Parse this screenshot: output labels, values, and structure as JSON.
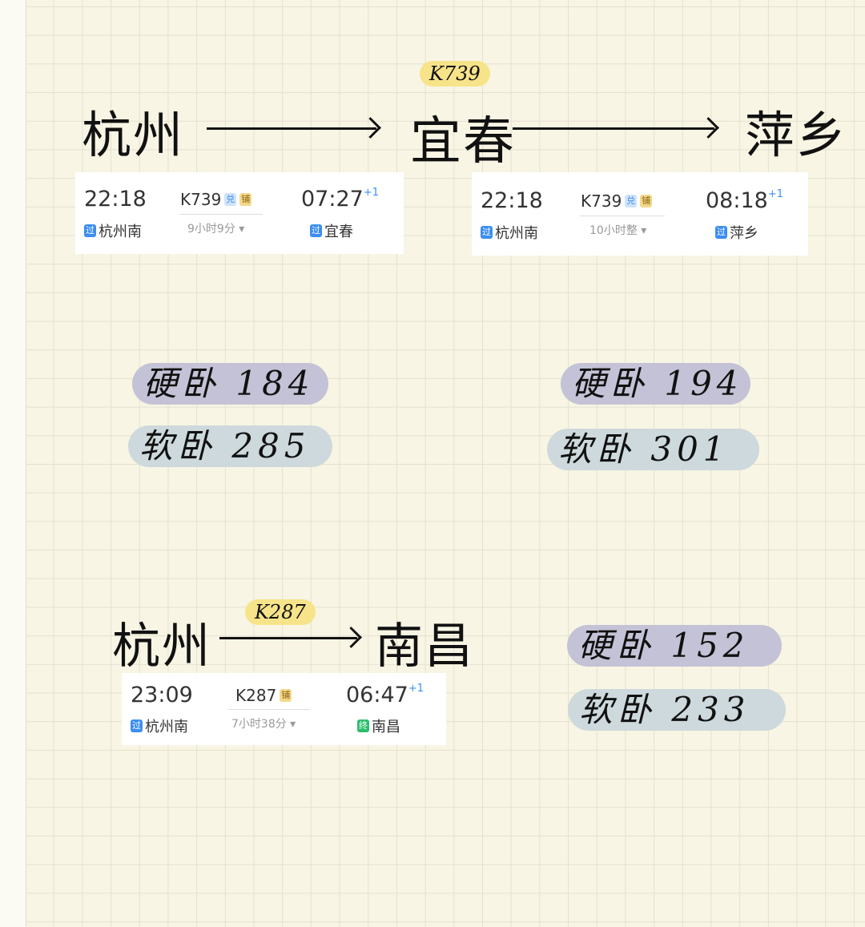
{
  "route1": {
    "from": "杭州",
    "to": "宜春",
    "final": "萍乡",
    "train_tag": "K739"
  },
  "route2": {
    "from": "杭州",
    "to": "南昌",
    "train_tag": "K287"
  },
  "cards": [
    {
      "dep_time": "22:18",
      "dep_station": "杭州南",
      "dep_badge": "过",
      "train": "K739",
      "tag1": "兑",
      "tag2": "铺",
      "duration": "9小时9分 ▾",
      "arr_time": "07:27",
      "arr_plus": "+1",
      "arr_station": "宜春",
      "arr_badge": "过"
    },
    {
      "dep_time": "22:18",
      "dep_station": "杭州南",
      "dep_badge": "过",
      "train": "K739",
      "tag1": "兑",
      "tag2": "铺",
      "duration": "10小时整 ▾",
      "arr_time": "08:18",
      "arr_plus": "+1",
      "arr_station": "萍乡",
      "arr_badge": "过"
    },
    {
      "dep_time": "23:09",
      "dep_station": "杭州南",
      "dep_badge": "过",
      "train": "K287",
      "tag2": "铺",
      "duration": "7小时38分 ▾",
      "arr_time": "06:47",
      "arr_plus": "+1",
      "arr_station": "南昌",
      "arr_badge": "终"
    }
  ],
  "prices": [
    {
      "hard": "硬卧 184",
      "soft": "软卧 285"
    },
    {
      "hard": "硬卧 194",
      "soft": "软卧 301"
    },
    {
      "hard": "硬卧 152",
      "soft": "软卧 233"
    }
  ],
  "colors": {
    "paper": "#f8f5e4",
    "highlight": "#f7e48a",
    "blue": "#3b8ef0",
    "green": "#2bbd6e",
    "pill_hard": "#c4c2d6",
    "pill_soft": "#cdd9dc"
  }
}
